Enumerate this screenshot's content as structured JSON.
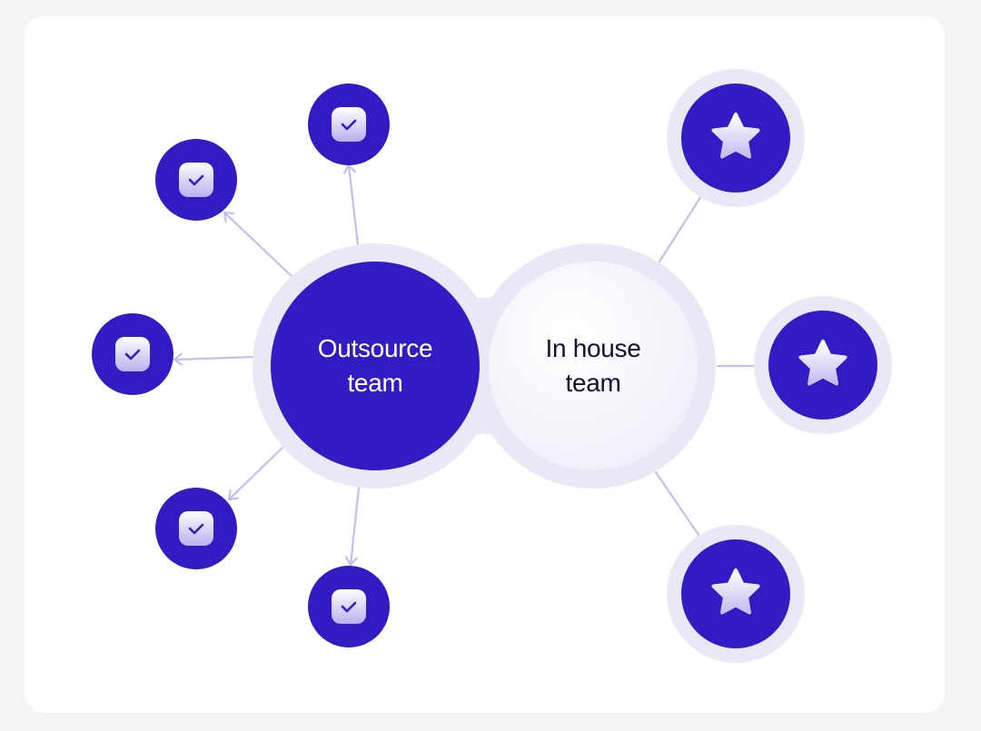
{
  "diagram": {
    "colors": {
      "primary": "#331bc4",
      "ring": "#eae8f7",
      "arrow": "#c5bfee",
      "inhouse_fill_light": "#ffffff",
      "inhouse_fill_dark": "#f0eef9"
    },
    "hubs": {
      "outsource": {
        "line1": "Outsource",
        "line2": "team"
      },
      "inhouse": {
        "line1": "In house",
        "line2": "team"
      }
    },
    "outsource_nodes": [
      {
        "id": "top",
        "icon": "check-square-icon"
      },
      {
        "id": "upper-left",
        "icon": "check-square-icon"
      },
      {
        "id": "left",
        "icon": "check-square-icon"
      },
      {
        "id": "lower-left",
        "icon": "check-square-icon"
      },
      {
        "id": "bottom",
        "icon": "check-square-icon"
      }
    ],
    "inhouse_nodes": [
      {
        "id": "top-right",
        "icon": "star-icon"
      },
      {
        "id": "right",
        "icon": "star-icon"
      },
      {
        "id": "bottom-right",
        "icon": "star-icon"
      }
    ]
  }
}
